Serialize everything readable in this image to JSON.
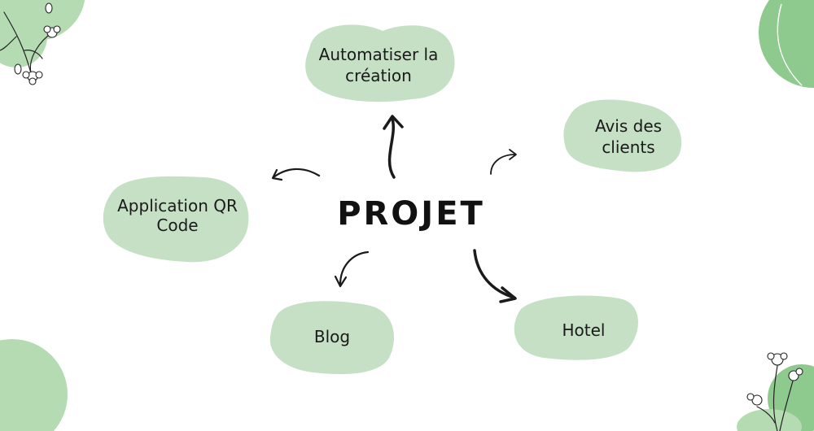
{
  "diagram": {
    "center": {
      "label": "PROJET"
    },
    "nodes": [
      {
        "id": "automatiser",
        "lines": [
          "Automatiser la",
          "création"
        ]
      },
      {
        "id": "avis",
        "lines": [
          "Avis des",
          "clients"
        ]
      },
      {
        "id": "application-qr",
        "lines": [
          "Application QR",
          "Code"
        ]
      },
      {
        "id": "blog",
        "lines": [
          "Blog"
        ]
      },
      {
        "id": "hotel",
        "lines": [
          "Hotel"
        ]
      }
    ]
  },
  "colors": {
    "blob_fill": "#c5e0c5",
    "deco_green_dark": "#8ec98e",
    "deco_green_light": "#b5dbb2",
    "ink": "#1a1a1a",
    "background": "#ffffff"
  }
}
